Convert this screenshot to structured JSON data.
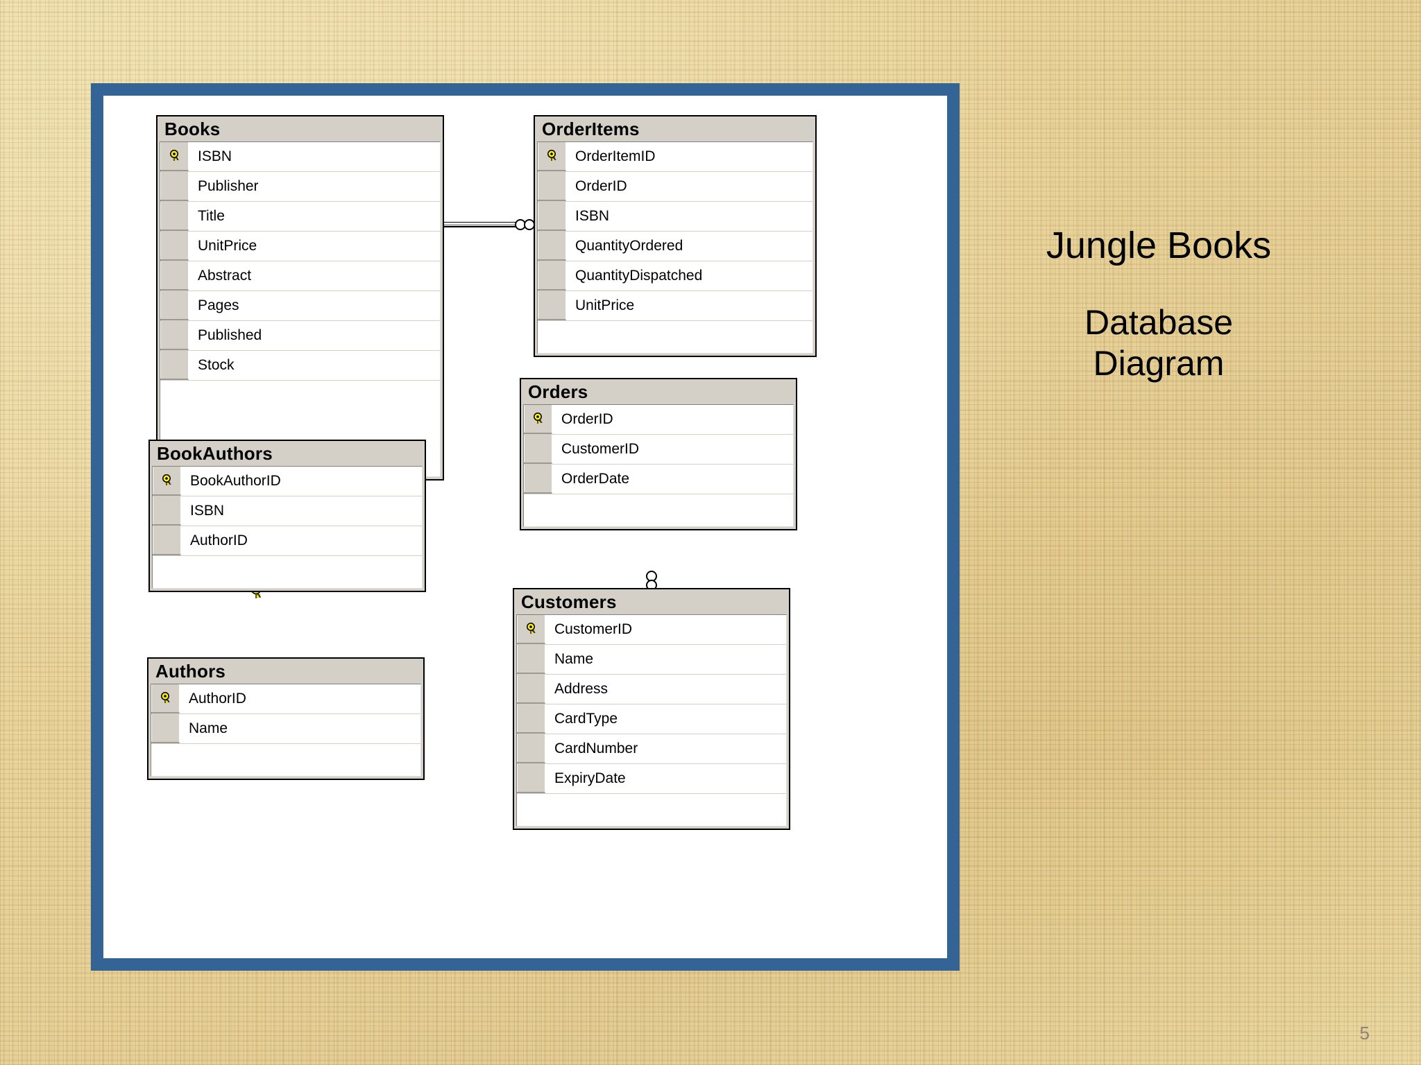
{
  "slide": {
    "page_number": "5",
    "background_color": "#e5cd93",
    "frame_color": "#346395",
    "canvas_color": "#ffffff"
  },
  "title_block": {
    "line1": "Jungle Books",
    "line2": "Database",
    "line3": "Diagram"
  },
  "diagram": {
    "type": "database-entity-relationship-diagram",
    "tables": [
      {
        "name": "Books",
        "fields": [
          {
            "label": "ISBN",
            "primary_key": true
          },
          {
            "label": "Publisher",
            "primary_key": false
          },
          {
            "label": "Title",
            "primary_key": false
          },
          {
            "label": "UnitPrice",
            "primary_key": false
          },
          {
            "label": "Abstract",
            "primary_key": false
          },
          {
            "label": "Pages",
            "primary_key": false
          },
          {
            "label": "Published",
            "primary_key": false
          },
          {
            "label": "Stock",
            "primary_key": false
          }
        ]
      },
      {
        "name": "OrderItems",
        "fields": [
          {
            "label": "OrderItemID",
            "primary_key": true
          },
          {
            "label": "OrderID",
            "primary_key": false
          },
          {
            "label": "ISBN",
            "primary_key": false
          },
          {
            "label": "QuantityOrdered",
            "primary_key": false
          },
          {
            "label": "QuantityDispatched",
            "primary_key": false
          },
          {
            "label": "UnitPrice",
            "primary_key": false
          }
        ]
      },
      {
        "name": "BookAuthors",
        "fields": [
          {
            "label": "BookAuthorID",
            "primary_key": true
          },
          {
            "label": "ISBN",
            "primary_key": false
          },
          {
            "label": "AuthorID",
            "primary_key": false
          }
        ]
      },
      {
        "name": "Authors",
        "fields": [
          {
            "label": "AuthorID",
            "primary_key": true
          },
          {
            "label": "Name",
            "primary_key": false
          }
        ]
      },
      {
        "name": "Orders",
        "fields": [
          {
            "label": "OrderID",
            "primary_key": true
          },
          {
            "label": "CustomerID",
            "primary_key": false
          },
          {
            "label": "OrderDate",
            "primary_key": false
          }
        ]
      },
      {
        "name": "Customers",
        "fields": [
          {
            "label": "CustomerID",
            "primary_key": true
          },
          {
            "label": "Name",
            "primary_key": false
          },
          {
            "label": "Address",
            "primary_key": false
          },
          {
            "label": "CardType",
            "primary_key": false
          },
          {
            "label": "CardNumber",
            "primary_key": false
          },
          {
            "label": "ExpiryDate",
            "primary_key": false
          }
        ]
      }
    ],
    "relationships": [
      {
        "from": "Books",
        "from_side": "one",
        "to": "OrderItems",
        "to_side": "many"
      },
      {
        "from": "Books",
        "from_side": "one",
        "to": "BookAuthors",
        "to_side": "many"
      },
      {
        "from": "Authors",
        "from_side": "one",
        "to": "BookAuthors",
        "to_side": "many"
      },
      {
        "from": "Orders",
        "from_side": "one",
        "to": "OrderItems",
        "to_side": "many"
      },
      {
        "from": "Customers",
        "from_side": "one",
        "to": "Orders",
        "to_side": "many"
      }
    ]
  }
}
